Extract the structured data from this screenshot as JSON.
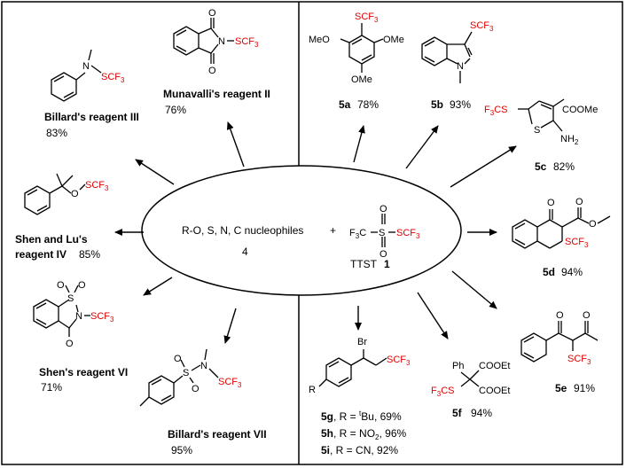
{
  "center": {
    "nucleophiles": "R-O, S, N, C nucleophiles",
    "plus": "+",
    "nucleophile_number": "4",
    "reagent_name": "TTST",
    "reagent_number": "1"
  },
  "reagents": {
    "billard3": {
      "label": "Billard's reagent III",
      "yield": "83%"
    },
    "munavalli2": {
      "label": "Munavalli's reagent II",
      "yield": "76%"
    },
    "shenlu4": {
      "label_line1": "Shen and Lu's",
      "label_line2": "reagent IV",
      "yield": "85%"
    },
    "shen6": {
      "label": "Shen's reagent VI",
      "yield": "71%"
    },
    "billard7": {
      "label": "Billard's reagent VII",
      "yield": "95%"
    }
  },
  "products": {
    "p5a": {
      "id": "5a",
      "yield": "78%"
    },
    "p5b": {
      "id": "5b",
      "yield": "93%"
    },
    "p5c": {
      "id": "5c",
      "yield": "82%"
    },
    "p5d": {
      "id": "5d",
      "yield": "94%"
    },
    "p5e": {
      "id": "5e",
      "yield": "91%"
    },
    "p5f": {
      "id": "5f",
      "yield": "94%"
    },
    "p5g": {
      "id": "5g",
      "text": ", R = ",
      "sup": "t",
      "group": "Bu, 69%"
    },
    "p5h": {
      "id": "5h",
      "text": ", R = NO",
      "sub": "2",
      "tail": ", 96%"
    },
    "p5i": {
      "id": "5i",
      "text": ", R = CN, 92%"
    }
  },
  "atoms": {
    "scf3": "SCF",
    "scf3_sub": "3",
    "f3cs": "F",
    "f3cs_sub": "3",
    "f3cs_tail": "CS",
    "n": "N",
    "o": "O",
    "s": "S",
    "ome": "OMe",
    "meo": "MeO",
    "coome": "COOMe",
    "nh2": "NH",
    "nh2_sub": "2",
    "br": "Br",
    "ph": "Ph",
    "cooet": "COOEt",
    "r": "R",
    "f3c": "F",
    "f3c_sub": "3",
    "f3c_tail": "C"
  }
}
